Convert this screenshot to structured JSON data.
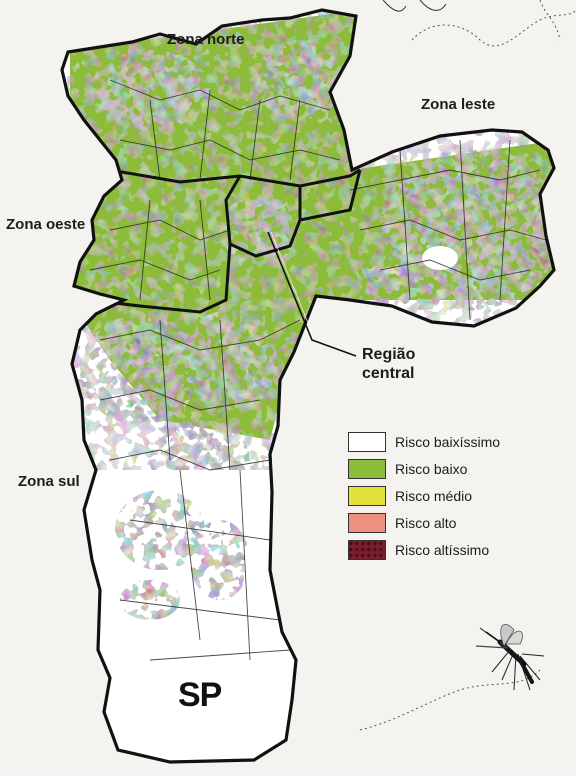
{
  "zones": {
    "north": "Zona norte",
    "east": "Zona leste",
    "west": "Zona oeste",
    "south": "Zona sul"
  },
  "callout": {
    "line1": "Região",
    "line2": "central"
  },
  "state_abbr": "SP",
  "legend": [
    {
      "label": "Risco baixíssimo",
      "color": "#ffffff"
    },
    {
      "label": "Risco baixo",
      "color": "#8dbb3a"
    },
    {
      "label": "Risco médio",
      "color": "#e4e23a"
    },
    {
      "label": "Risco alto",
      "color": "#ec9080"
    },
    {
      "label": "Risco altíssimo",
      "color": "#7a1e2c"
    }
  ]
}
